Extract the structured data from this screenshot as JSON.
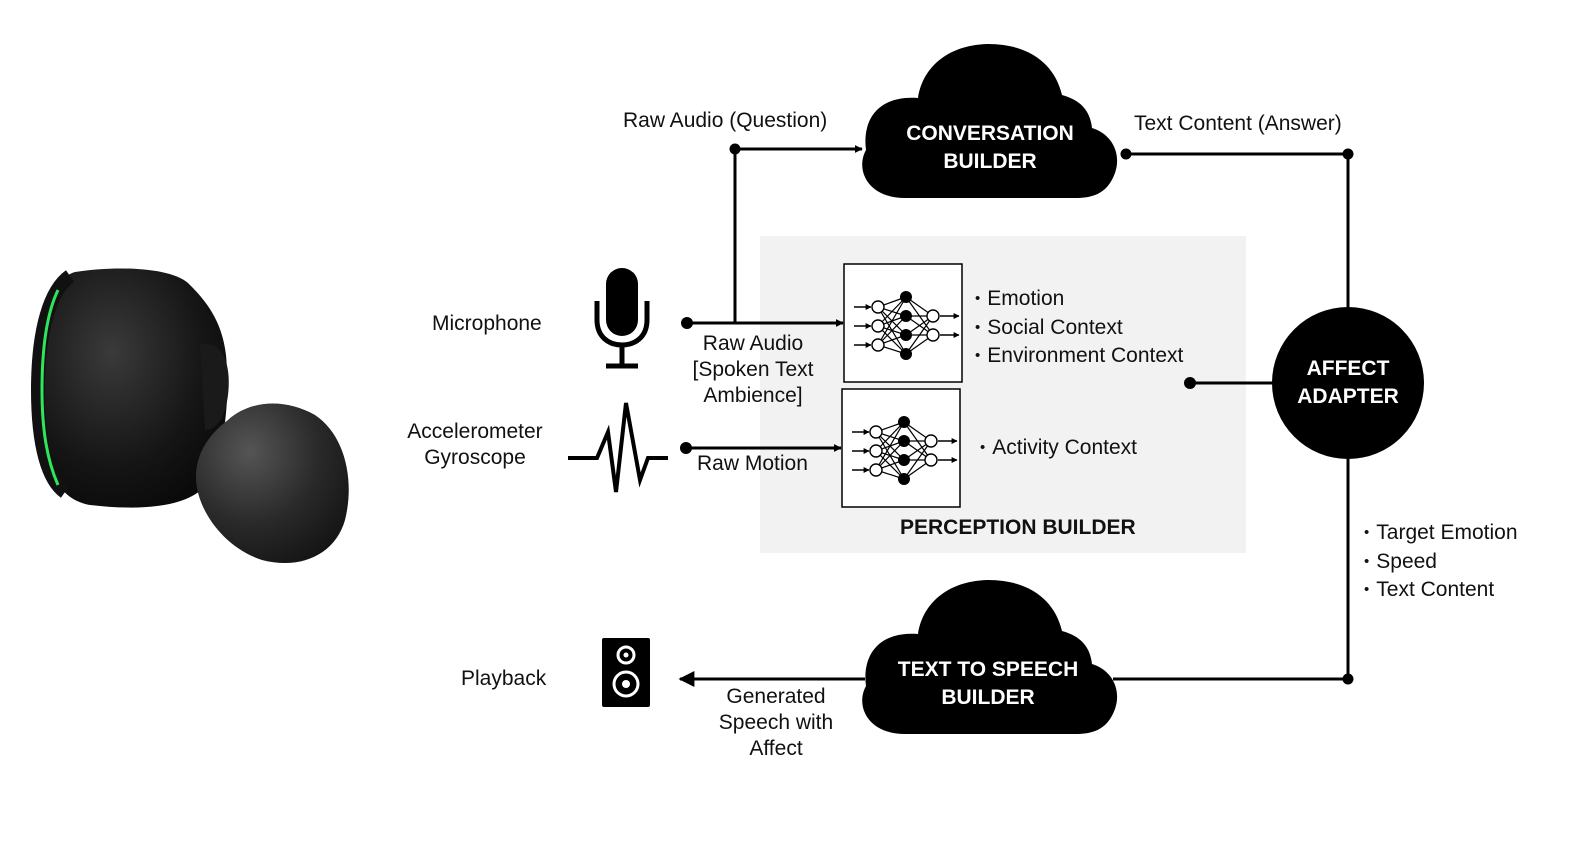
{
  "device": {
    "name": "earbud-device"
  },
  "inputs": {
    "microphone_label": "Microphone",
    "sensor_label_line1": "Accelerometer",
    "sensor_label_line2": "Gyroscope",
    "playback_label": "Playback"
  },
  "edges": {
    "raw_audio_question": "Raw Audio (Question)",
    "text_content_answer": "Text Content (Answer)",
    "raw_audio_line1": "Raw Audio",
    "raw_audio_line2": "[Spoken Text",
    "raw_audio_line3": "Ambience]",
    "raw_motion": "Raw Motion",
    "generated_line1": "Generated",
    "generated_line2": "Speech with",
    "generated_line3": "Affect"
  },
  "nodes": {
    "conversation_line1": "CONVERSATION",
    "conversation_line2": "BUILDER",
    "tts_line1": "TEXT TO SPEECH",
    "tts_line2": "BUILDER",
    "affect_line1": "AFFECT",
    "affect_line2": "ADAPTER"
  },
  "perception": {
    "title": "PERCEPTION BUILDER",
    "audio_outputs": [
      "Emotion",
      "Social Context",
      "Environment Context"
    ],
    "motion_outputs": [
      "Activity Context"
    ]
  },
  "adapter_outputs": [
    "Target Emotion",
    "Speed",
    "Text Content"
  ],
  "colors": {
    "ink": "#000000",
    "panel": "#f2f2f2",
    "led": "#2ee65a"
  }
}
